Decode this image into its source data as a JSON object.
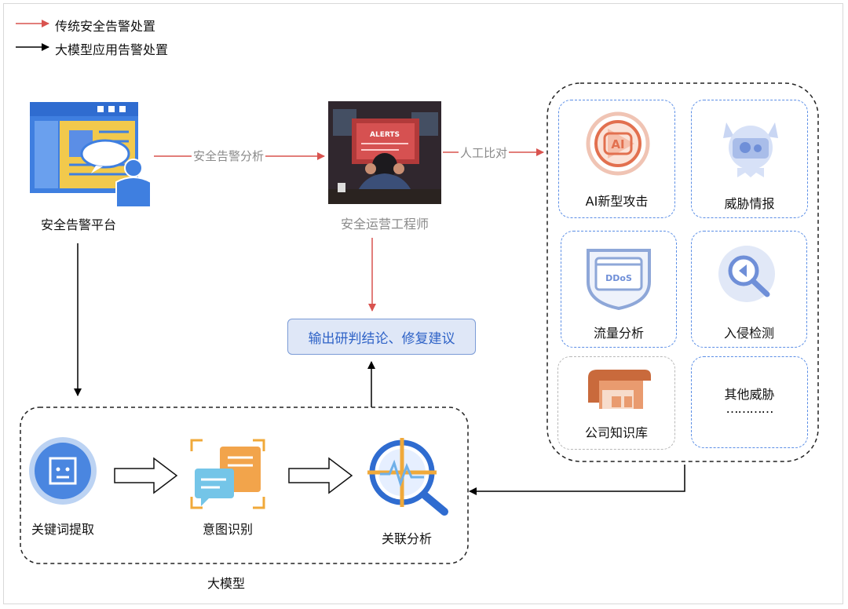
{
  "legend": {
    "traditional": "传统安全告警处置",
    "llm": "大模型应用告警处置",
    "traditional_color": "#d9534f",
    "llm_color": "#000000"
  },
  "nodes": {
    "alert_platform": "安全告警平台",
    "engineer": "安全运营工程师",
    "engineer_screen_text": "ALERTS",
    "result": "输出研判结论、修复建议",
    "keyword": "关键词提取",
    "intent": "意图识别",
    "correlation": "关联分析",
    "llm_group": "大模型"
  },
  "edges": {
    "analysis": "安全告警分析",
    "compare": "人工比对"
  },
  "knowledge": {
    "ai_attack": "AI新型攻击",
    "ai_badge": "AI",
    "threat_intel": "威胁情报",
    "traffic": "流量分析",
    "ddos_badge": "DDoS",
    "intrusion": "入侵检测",
    "company_kb": "公司知识库",
    "other": "其他威胁",
    "other_dots": "…………"
  }
}
